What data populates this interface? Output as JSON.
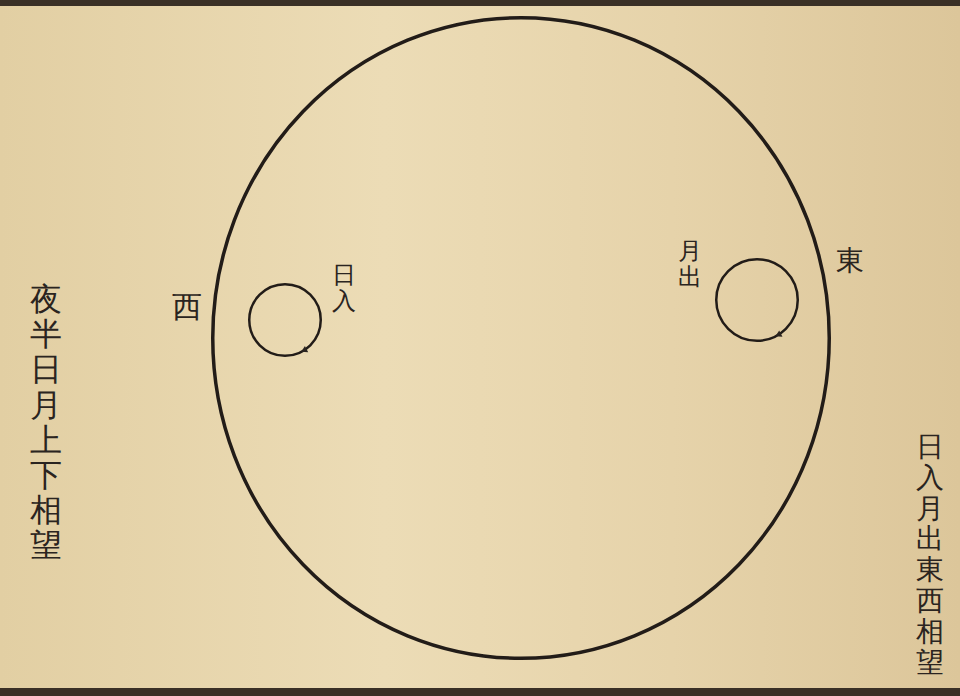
{
  "diagram": {
    "nodes": [
      {
        "text": [
          "西",
          "東"
        ]
      },
      {
        "text": [
          "日入"
        ],
        "in": 0
      },
      {
        "text": [
          "月出"
        ],
        "in": 0
      }
    ],
    "labels": [
      "日入月出東西相望",
      "夜半日月上下相望"
    ]
  }
}
